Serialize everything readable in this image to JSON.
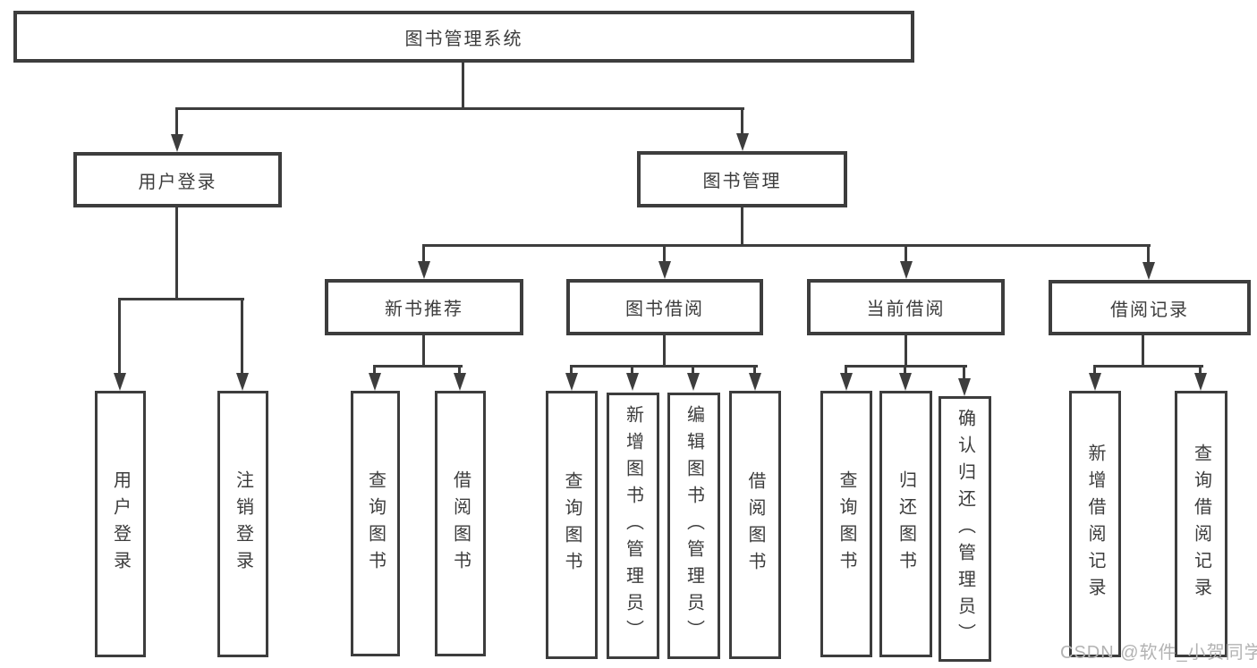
{
  "diagram": {
    "title": "图书管理系统",
    "level1": [
      {
        "label": "用户登录"
      },
      {
        "label": "图书管理"
      }
    ],
    "level2": [
      {
        "label": "新书推荐"
      },
      {
        "label": "图书借阅"
      },
      {
        "label": "当前借阅"
      },
      {
        "label": "借阅记录"
      }
    ],
    "leaves": {
      "userLogin": [
        "用户登录",
        "注销登录"
      ],
      "newBook": [
        "查询图书",
        "借阅图书"
      ],
      "bookBorrow": [
        "查询图书",
        "新增图书（管理员）",
        "编辑图书（管理员）",
        "借阅图书"
      ],
      "currentBorrow": [
        "查询图书",
        "归还图书",
        "确认归还（管理员）"
      ],
      "borrowRecord": [
        "新增借阅记录",
        "查询借阅记录"
      ]
    }
  },
  "watermark": "CSDN @软件_小贺同学",
  "colors": {
    "line": "#3d3d3d",
    "text": "#3c3c3c",
    "watermark": "#b3b3b3",
    "background": "#ffffff"
  }
}
